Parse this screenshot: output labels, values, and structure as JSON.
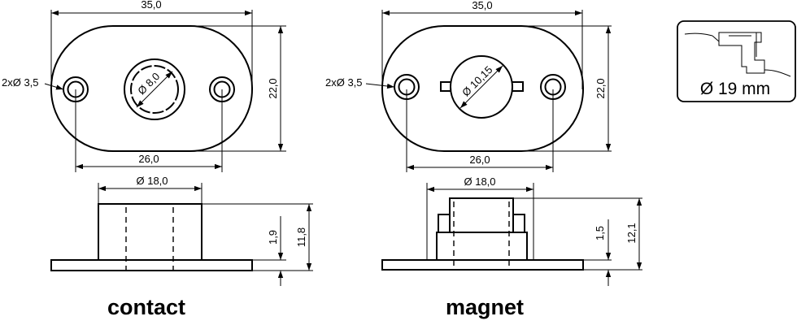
{
  "contact": {
    "caption": "contact",
    "top_view": {
      "width_label": "35,0",
      "height_label": "22,0",
      "hole_spacing_label": "26,0",
      "hole_label": "2xØ 3,5",
      "center_label": "Ø 8,0"
    },
    "side_view": {
      "diameter_label": "Ø 18,0",
      "base_height_label": "1,9",
      "total_height_label": "11,8"
    }
  },
  "magnet": {
    "caption": "magnet",
    "top_view": {
      "width_label": "35,0",
      "height_label": "22,0",
      "hole_spacing_label": "26,0",
      "hole_label": "2xØ 3,5",
      "center_label": "Ø 10,15"
    },
    "side_view": {
      "diameter_label": "Ø 18,0",
      "base_height_label": "1,5",
      "total_height_label": "12,1"
    }
  },
  "install_box": {
    "label": "Ø 19 mm"
  }
}
